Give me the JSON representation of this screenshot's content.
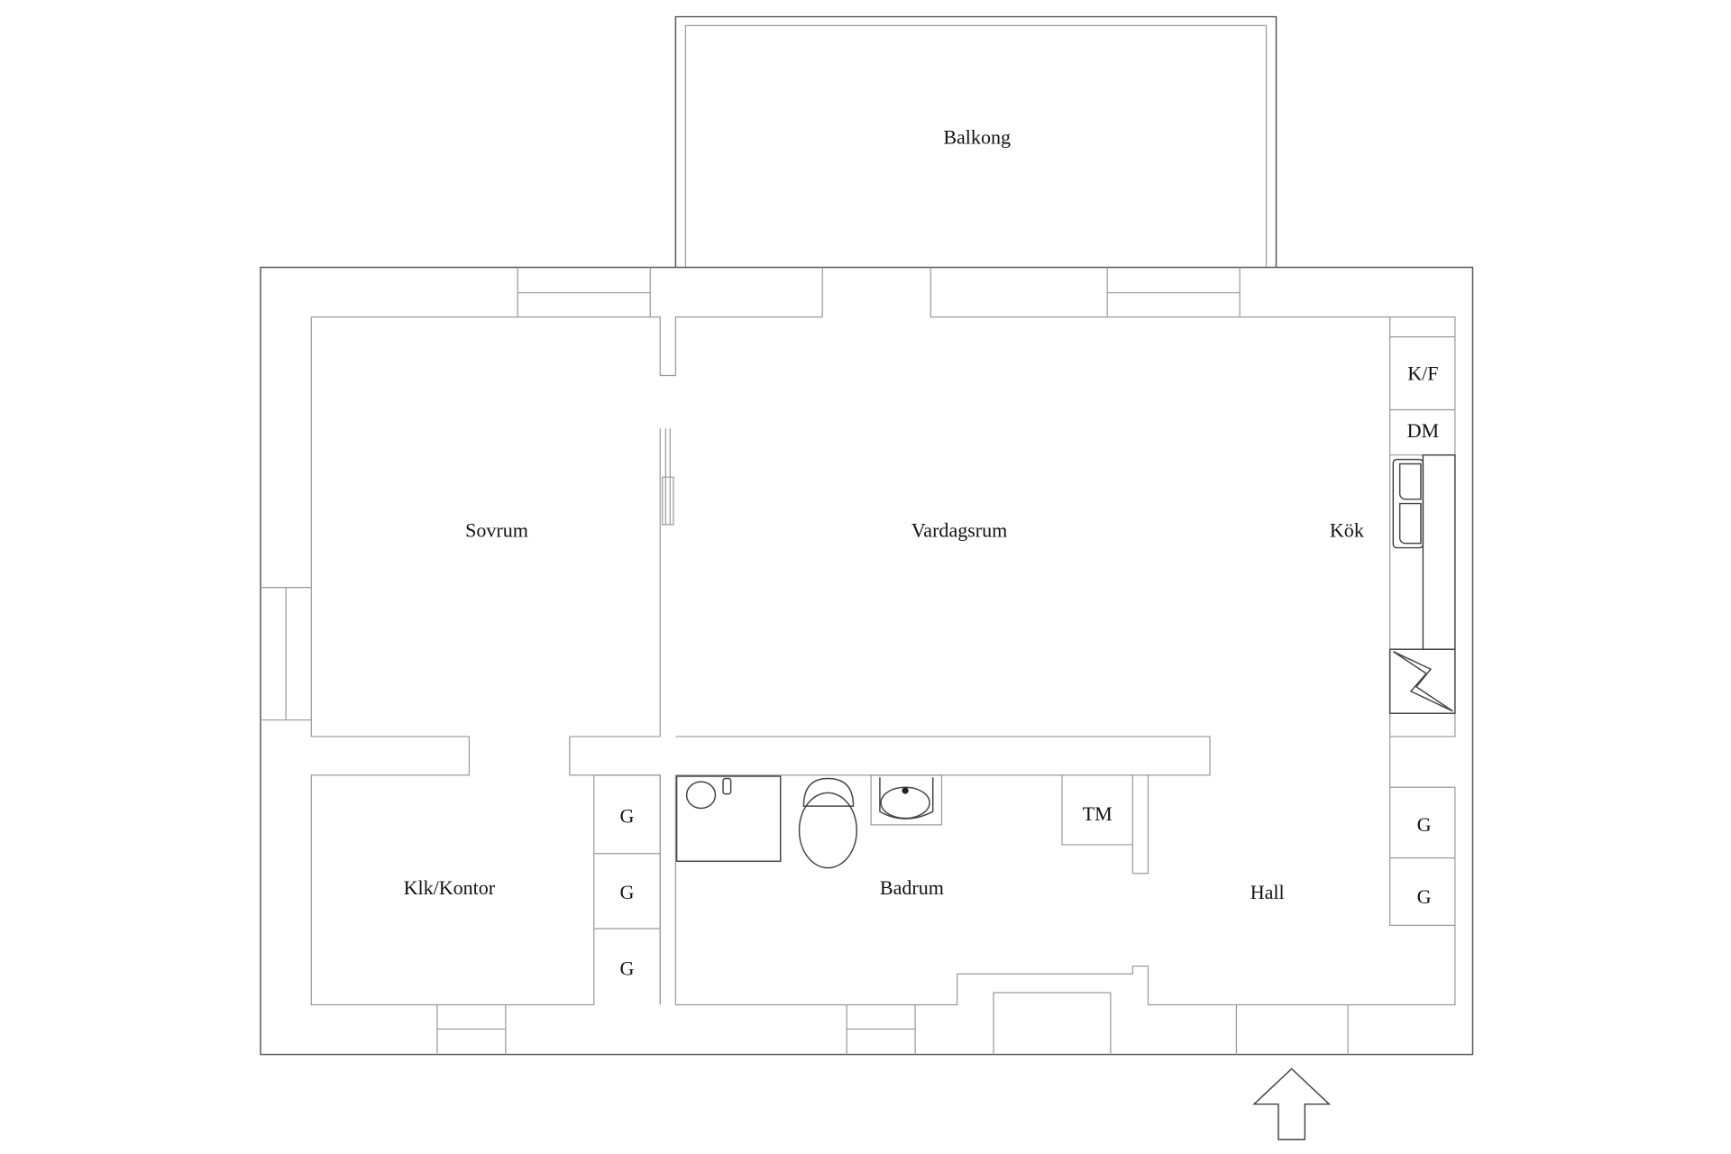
{
  "floorplan": {
    "rooms": [
      {
        "id": "balkong",
        "label": "Balkong"
      },
      {
        "id": "sovrum",
        "label": "Sovrum"
      },
      {
        "id": "vardagsrum",
        "label": "Vardagsrum"
      },
      {
        "id": "kok",
        "label": "Kök"
      },
      {
        "id": "klk_kontor",
        "label": "Klk/Kontor"
      },
      {
        "id": "badrum",
        "label": "Badrum"
      },
      {
        "id": "hall",
        "label": "Hall"
      }
    ],
    "fixtures": [
      {
        "id": "kf",
        "label": "K/F"
      },
      {
        "id": "dm",
        "label": "DM"
      },
      {
        "id": "tm",
        "label": "TM"
      },
      {
        "id": "g1",
        "label": "G"
      },
      {
        "id": "g2",
        "label": "G"
      },
      {
        "id": "g3",
        "label": "G"
      },
      {
        "id": "g4",
        "label": "G"
      },
      {
        "id": "g5",
        "label": "G"
      }
    ],
    "colors": {
      "wall": "#555555",
      "line": "#9a9a9a",
      "background": "#ffffff",
      "text": "#111111"
    }
  }
}
